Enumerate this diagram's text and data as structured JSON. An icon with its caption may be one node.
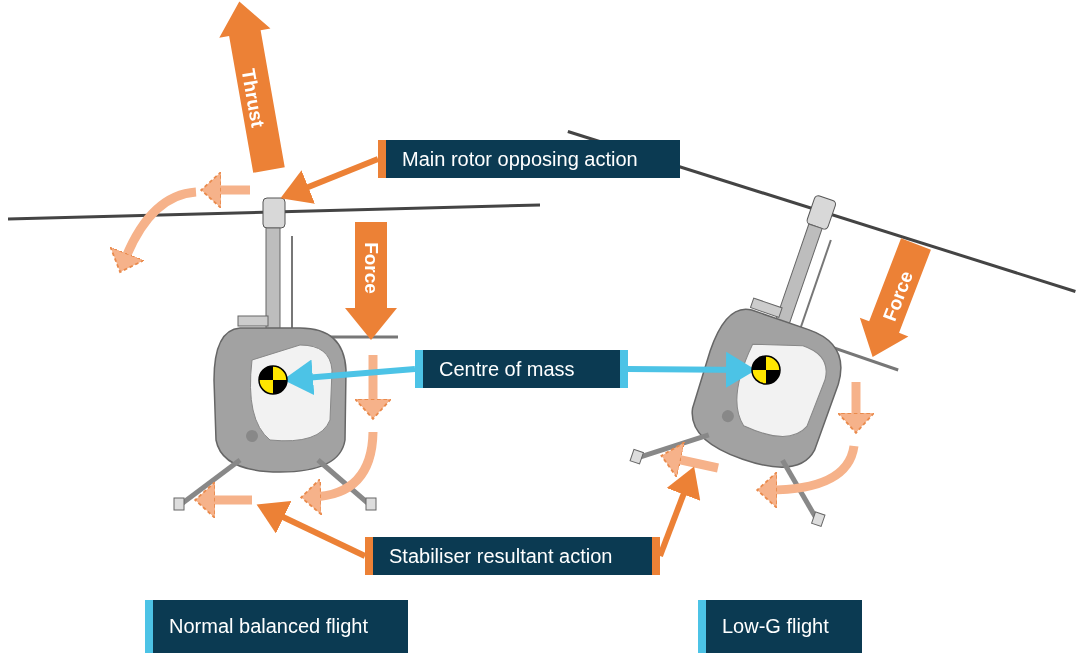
{
  "diagram": {
    "nodes": [
      {
        "text": [
          "Main rotor opposing action"
        ]
      },
      {
        "text": [
          "Centre of mass"
        ]
      },
      {
        "text": [
          "Stabiliser resultant action"
        ]
      },
      {
        "text": [
          "Normal balanced flight"
        ]
      },
      {
        "text": [
          "Low-G flight"
        ]
      },
      {
        "text": [],
        "shape": "circle"
      },
      {
        "text": [],
        "shape": "circle"
      }
    ],
    "edges": [
      {
        "from": 0,
        "to": null,
        "arrow": "to"
      },
      {
        "from": 1,
        "to": 5,
        "arrow": "to",
        "color": "#4cc3e6"
      },
      {
        "from": 1,
        "to": 6,
        "arrow": "to",
        "color": "#4cc3e6"
      },
      {
        "from": 2,
        "to": null,
        "arrow": "to"
      },
      {
        "from": 2,
        "to": null,
        "arrow": "to"
      }
    ],
    "labels": [
      "Thrust",
      "Force",
      "Force"
    ]
  }
}
